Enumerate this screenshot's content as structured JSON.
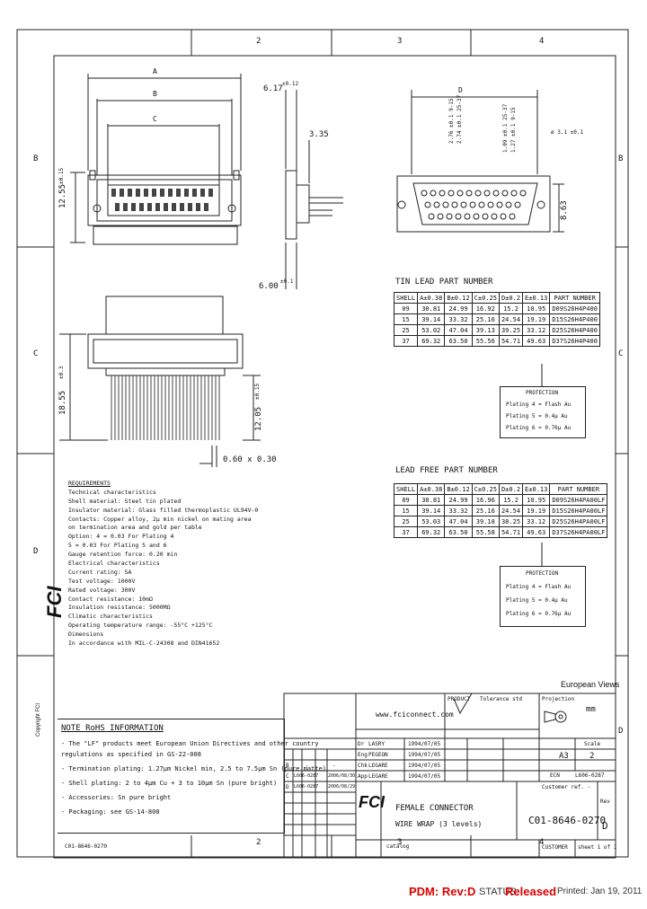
{
  "border": {
    "top_zones": [
      "2",
      "3",
      "4"
    ],
    "bottom_zones": [
      "2",
      "3",
      "4"
    ],
    "left_zones": [
      "B",
      "C",
      "D"
    ],
    "right_zones": [
      "B",
      "C",
      "D"
    ]
  },
  "dims": {
    "A": "A",
    "B": "B",
    "C": "C",
    "D": "D",
    "h_12_55": "12.55",
    "h_12_55_tol": "±0.15",
    "w_6_17": "6.17",
    "w_6_17_tol": "±0.12",
    "d_3_35": "3.35",
    "d_6_00": "6.00",
    "d_6_00_tol": "±0.1",
    "h_18_55": "18.55",
    "h_18_55_tol": "±0.3",
    "h_12_05": "12.05",
    "h_12_05_tol": "±0.15",
    "pin_sq": "0.60 x 0.30",
    "r1": "2.76 ±0.1 9-15",
    "r2": "2.74 ±0.1 25-37",
    "r3": "1.09 ±0.1 25-37",
    "r4": "1.27 ±0.1 9-15",
    "hole": "ø 3.1 ±0.1",
    "h_8_63": "8.63"
  },
  "tin_lead": {
    "title": "TIN LEAD PART NUMBER",
    "headers": [
      "SHELL",
      "A±0.38",
      "B±0.12",
      "C±0.25",
      "D±0.2",
      "E±0.13",
      "PART NUMBER"
    ],
    "rows": [
      [
        "09",
        "30.81",
        "24.99",
        "16.92",
        "15.2",
        "10.95",
        "D09S26H4P400"
      ],
      [
        "15",
        "39.14",
        "33.32",
        "25.16",
        "24.54",
        "19.19",
        "D15S26H4P400"
      ],
      [
        "25",
        "53.02",
        "47.04",
        "39.13",
        "39.25",
        "33.12",
        "D25S26H4P400"
      ],
      [
        "37",
        "69.32",
        "63.50",
        "55.56",
        "54.71",
        "49.63",
        "D37S26H4P400"
      ]
    ]
  },
  "lead_free": {
    "title": "LEAD FREE PART NUMBER",
    "headers": [
      "SHELL",
      "A±0.38",
      "B±0.12",
      "C±0.25",
      "D±0.2",
      "E±0.13",
      "PART NUMBER"
    ],
    "rows": [
      [
        "09",
        "30.81",
        "24.99",
        "16.96",
        "15.2",
        "10.95",
        "D09S26H4PA00LF"
      ],
      [
        "15",
        "39.14",
        "33.32",
        "25.16",
        "24.54",
        "19.19",
        "D15S26H4PA00LF"
      ],
      [
        "25",
        "53.03",
        "47.04",
        "39.18",
        "38.25",
        "33.12",
        "D25S26H4PA00LF"
      ],
      [
        "37",
        "69.32",
        "63.50",
        "55.58",
        "54.71",
        "49.63",
        "D37S26H4PA00LF"
      ]
    ]
  },
  "protection_1": {
    "title": "PROTECTION",
    "lines": [
      "Plating 4 = Flash Au",
      "Plating 5 = 0.4μ Au",
      "Plating 6 = 0.76μ Au"
    ]
  },
  "protection_2": {
    "title": "PROTECTION",
    "lines": [
      "Plating 4 = Flash Au",
      "Plating 5 = 0.4μ Au",
      "Plating 6 = 0.76μ Au"
    ]
  },
  "requirements": {
    "title": "REQUIREMENTS",
    "lines": [
      "Technical characteristics",
      "Shell material: Steel tin plated",
      "Insulator material: Glass filled thermoplastic UL94V-0",
      "Contacts: Copper alloy, 2μ min nickel on mating area",
      "on termination area and gold per table",
      "Option: 4 = 0.03 For Plating 4",
      "5 = 0.03 For Plating 5 and 6",
      "Gauge retention force: 0.20 min",
      "Electrical characteristics",
      "Current rating: 5A",
      "Test voltage: 1000V",
      "Rated voltage: 300V",
      "Contact resistance: 10mΩ",
      "Insulation resistance: 5000MΩ",
      "Climatic characteristics",
      "Operating temperature range: -55°C +125°C",
      "Dimensions",
      "In accordance with MIL-C-24308 and DIN41652"
    ]
  },
  "rohs": {
    "title": "NOTE RoHS INFORMATION",
    "lines": [
      "- The \"LF\" products meet European Union Directives and other country",
      "  regulations as specified in GS-22-008",
      "- Termination plating: 1.27μm Nickel min, 2.5 to 7.5μm Sn (pure matte)",
      "- Shell plating: 2 to 4μm Cu + 3 to 10μm Sn (pure bright)",
      "- Accessories: Sn pure bright",
      "- Packaging: see GS-14-800"
    ]
  },
  "european_views": "European Views",
  "title_block": {
    "website": "www.fciconnect.com",
    "product_code_label": "PRODUCT",
    "tolerance_label": "Tolerance std",
    "projection_label": "Projection",
    "unit": "mm",
    "format": "A3",
    "scale_label": "Scale",
    "scale": "2",
    "ecn_label": "ECN",
    "ecn": "L606-0287",
    "customer_ref": "Customer ref. -",
    "title_line1": "FEMALE CONNECTOR",
    "title_line2": "WIRE WRAP (3 levels)",
    "category": "catalog",
    "doc_number": "C01-8646-0270",
    "rev_label": "Rev",
    "rev": "D",
    "customer_label": "CUSTOMER",
    "sheet": "sheet 1 of 1",
    "signatures": [
      [
        "Dr",
        "LASRY",
        "1994/07/05"
      ],
      [
        "Eng",
        "PEGEON",
        "1994/07/05"
      ],
      [
        "Chk",
        "LEGARE",
        "1994/07/05"
      ],
      [
        "App",
        "LEGARE",
        "1994/07/05"
      ]
    ],
    "revisions": [
      [
        "B",
        "-",
        "-"
      ],
      [
        "C",
        "L606-0287",
        "2006/08/30"
      ],
      [
        "D",
        "L606-0287",
        "2006/08/29"
      ]
    ],
    "logo": "FCI"
  },
  "side_text": "Copyright FCI",
  "footer": {
    "pdm": "PDM: Rev:D",
    "status_label": "STATUS:",
    "status": "Released",
    "printed": "Printed: Jan 19, 2011"
  },
  "bottom_note": "C01-8646-0270"
}
